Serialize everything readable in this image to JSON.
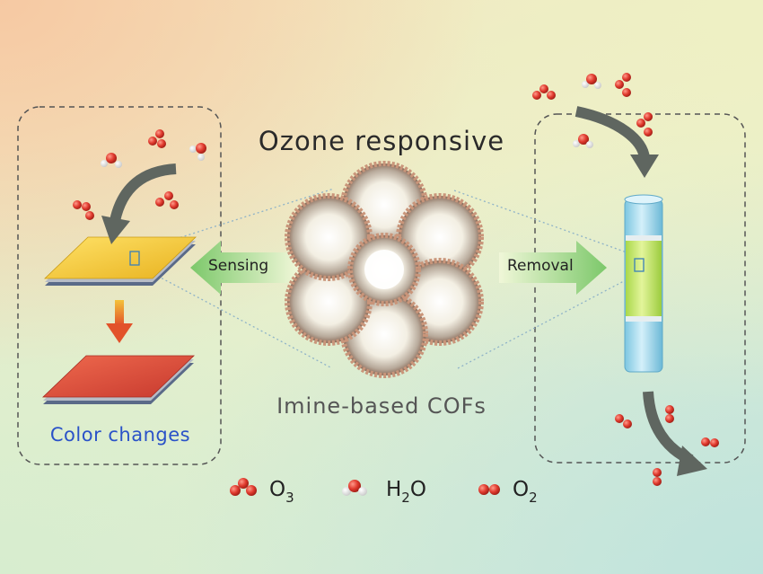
{
  "diagram": {
    "title": "Ozone responsive",
    "subtitle": "Imine-based COFs",
    "left_panel_caption": "Color changes",
    "arrow_left_label": "Sensing",
    "arrow_right_label": "Removal"
  },
  "legend": [
    {
      "icon": "ozone-molecule-icon",
      "base": "O",
      "sub": "3",
      "tail": ""
    },
    {
      "icon": "water-molecule-icon",
      "base": "H",
      "sub": "2",
      "tail": "O"
    },
    {
      "icon": "oxygen-molecule-icon",
      "base": "O",
      "sub": "2",
      "tail": ""
    }
  ],
  "colors": {
    "oxygen_red": "#e03a2e",
    "hydrogen_white": "#f4f4f4",
    "film_yellow": "#f2c630",
    "film_red": "#d94a3a",
    "arrow_green": "#8fd07a",
    "column_blue": "#a9dcee",
    "column_green": "#c9e86a",
    "cof_tan": "#c9957a"
  }
}
